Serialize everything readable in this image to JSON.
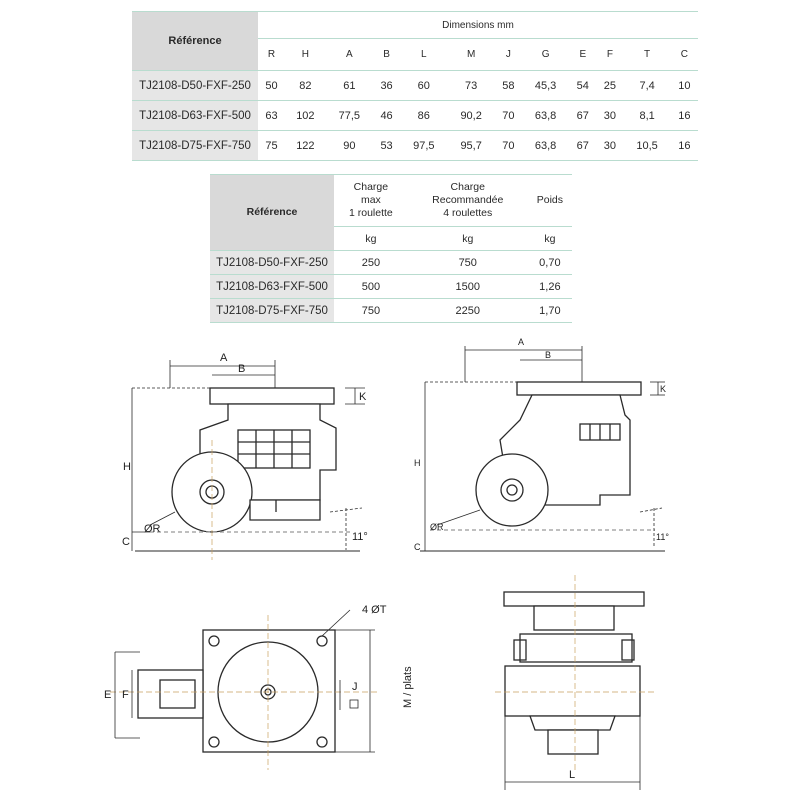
{
  "dimensions_table": {
    "reference_header": "Référence",
    "group_header": "Dimensions mm",
    "columns": [
      "R",
      "H",
      "A",
      "B",
      "L",
      "M",
      "J",
      "G",
      "E",
      "F",
      "T",
      "C"
    ],
    "rows": [
      {
        "ref": "TJ2108-D50-FXF-250",
        "values": [
          "50",
          "82",
          "61",
          "36",
          "60",
          "73",
          "58",
          "45,3",
          "54",
          "25",
          "7,4",
          "10"
        ]
      },
      {
        "ref": "TJ2108-D63-FXF-500",
        "values": [
          "63",
          "102",
          "77,5",
          "46",
          "86",
          "90,2",
          "70",
          "63,8",
          "67",
          "30",
          "8,1",
          "16"
        ]
      },
      {
        "ref": "TJ2108-D75-FXF-750",
        "values": [
          "75",
          "122",
          "90",
          "53",
          "97,5",
          "95,7",
          "70",
          "63,8",
          "67",
          "30",
          "10,5",
          "16"
        ]
      }
    ]
  },
  "load_table": {
    "reference_header": "Référence",
    "col_max": [
      "Charge",
      "max",
      "1 roulette"
    ],
    "col_rec": [
      "Charge",
      "Recommandée",
      "4 roulettes"
    ],
    "col_weight": "Poids",
    "units": [
      "kg",
      "kg",
      "kg"
    ],
    "rows": [
      {
        "ref": "TJ2108-D50-FXF-250",
        "max": "250",
        "rec": "750",
        "weight": "0,70"
      },
      {
        "ref": "TJ2108-D63-FXF-500",
        "max": "500",
        "rec": "1500",
        "weight": "1,26"
      },
      {
        "ref": "TJ2108-D75-FXF-750",
        "max": "750",
        "rec": "2250",
        "weight": "1,70"
      }
    ]
  },
  "drawing_labels": {
    "A": "A",
    "B": "B",
    "H": "H",
    "K": "K",
    "C": "C",
    "R": "ØR",
    "angle": "11°",
    "holes": "4 ØT",
    "E": "E",
    "F": "F",
    "J": "J",
    "M": "M / plats",
    "L": "L"
  },
  "colors": {
    "table_rule": "#b9dccf",
    "ref_header_bg": "#d9d9d9",
    "ref_cell_bg": "#e6e6e6",
    "line": "#2a2a2a",
    "center_line": "#c8a060"
  }
}
